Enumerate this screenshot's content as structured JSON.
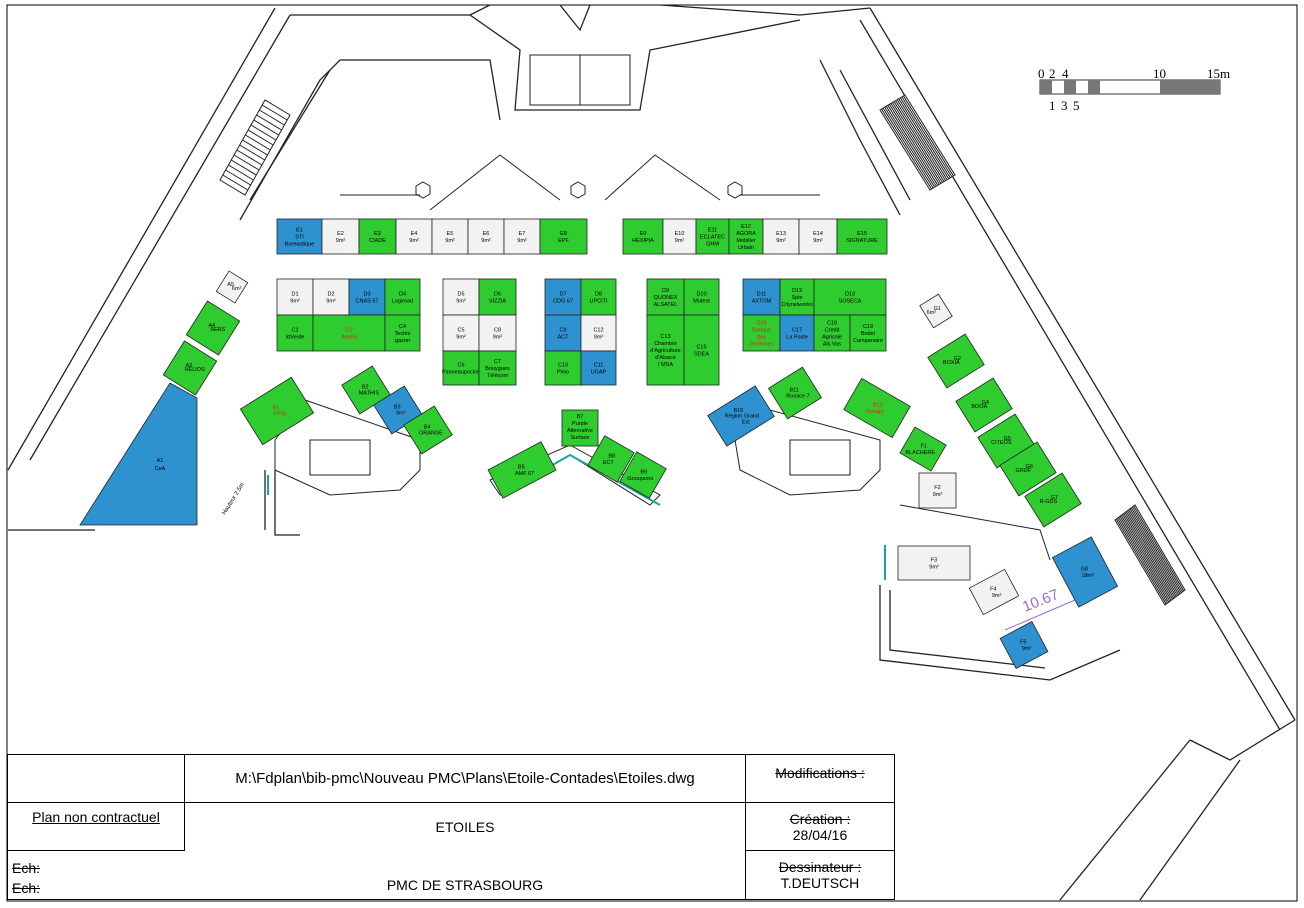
{
  "scale": {
    "labels_top": [
      "0",
      "2",
      "4",
      "10",
      "15m"
    ],
    "labels_bottom": [
      "1",
      "3",
      "5"
    ]
  },
  "colors": {
    "green": "#2ecc2e",
    "blue": "#2f92d0",
    "white": "#f2f2f2",
    "line": "#222222",
    "red": "#e02020",
    "purple": "#9a6bd0",
    "teal": "#1fa0a0"
  },
  "stands": {
    "E1": {
      "id": "E1",
      "name": "STI Bureautique",
      "color": "blue"
    },
    "E2": {
      "id": "E2",
      "name": "9m²",
      "color": "white"
    },
    "E3": {
      "id": "E3",
      "name": "CIADE",
      "color": "green"
    },
    "E4": {
      "id": "E4",
      "name": "9m²",
      "color": "white"
    },
    "E5": {
      "id": "E5",
      "name": "9m²",
      "color": "white"
    },
    "E6": {
      "id": "E6",
      "name": "9m²",
      "color": "white"
    },
    "E7": {
      "id": "E7",
      "name": "9m²",
      "color": "white"
    },
    "E8": {
      "id": "E8",
      "name": "EPF",
      "color": "green"
    },
    "E9": {
      "id": "E9",
      "name": "HEXIPIA",
      "color": "green"
    },
    "E10": {
      "id": "E10",
      "name": "9m²",
      "color": "white"
    },
    "E11": {
      "id": "E11",
      "name": "ECLATEC GHM",
      "color": "green"
    },
    "E12": {
      "id": "E12",
      "name": "AGORA Mobilier Urbain",
      "color": "green"
    },
    "E13": {
      "id": "E13",
      "name": "9m²",
      "color": "white"
    },
    "E14": {
      "id": "E14",
      "name": "9m²",
      "color": "white"
    },
    "E15": {
      "id": "E15",
      "name": "SIGNATURE",
      "color": "green"
    },
    "D1": {
      "id": "D1",
      "name": "9m²",
      "color": "white"
    },
    "D2": {
      "id": "D2",
      "name": "9m²",
      "color": "white"
    },
    "D3": {
      "id": "D3",
      "name": "CNAS 67",
      "color": "blue"
    },
    "D4": {
      "id": "D4",
      "name": "Logiroad",
      "color": "green"
    },
    "C1": {
      "id": "C1",
      "name": "IdVerde",
      "color": "green"
    },
    "C2": {
      "id": "C2",
      "name": "Artelia",
      "color": "green",
      "red": true
    },
    "C4": {
      "id": "C4",
      "name": "Techni gazon",
      "color": "green"
    },
    "D5": {
      "id": "D5",
      "name": "9m²",
      "color": "white"
    },
    "D6": {
      "id": "D6",
      "name": "VIZZIA",
      "color": "green"
    },
    "C5": {
      "id": "C5",
      "name": "9m²",
      "color": "white"
    },
    "C8": {
      "id": "C8",
      "name": "9m²",
      "color": "white"
    },
    "C6": {
      "id": "C6",
      "name": "Panneaupocket",
      "color": "green"
    },
    "C7": {
      "id": "C7",
      "name": "Bouygues Télécom",
      "color": "green"
    },
    "D7": {
      "id": "D7",
      "name": "CDG 67",
      "color": "blue"
    },
    "D8": {
      "id": "D8",
      "name": "UPCITI",
      "color": "green"
    },
    "C9": {
      "id": "C9",
      "name": "ACT",
      "color": "blue"
    },
    "C12": {
      "id": "C12",
      "name": "9m²",
      "color": "white"
    },
    "C10": {
      "id": "C10",
      "name": "Pleio",
      "color": "green"
    },
    "C11": {
      "id": "C11",
      "name": "UGAP",
      "color": "blue"
    },
    "D9": {
      "id": "D9",
      "name": "QUONEX ALSATEL",
      "color": "green"
    },
    "D10": {
      "id": "D10",
      "name": "Mutest",
      "color": "green"
    },
    "C13": {
      "id": "C13",
      "name": "Chambre d'Agriculture d'Alsace / MSA",
      "color": "green"
    },
    "C15": {
      "id": "C15",
      "name": "SDEA",
      "color": "green"
    },
    "D11": {
      "id": "D11",
      "name": "AXTOM",
      "color": "blue"
    },
    "D12": {
      "id": "D12",
      "name": "Spie Citynetworks",
      "color": "green"
    },
    "D13": {
      "id": "D13",
      "name": "SOSECA",
      "color": "green"
    },
    "C16": {
      "id": "C16",
      "name": "Banque des Territoires",
      "color": "green",
      "red": true
    },
    "C17": {
      "id": "C17",
      "name": "La Poste",
      "color": "blue"
    },
    "C18": {
      "id": "C18",
      "name": "Credit Agricole Als Vos",
      "color": "green"
    },
    "C19": {
      "id": "C19",
      "name": "Bodet Campanaire",
      "color": "green"
    },
    "A1": {
      "id": "A1",
      "name": "CeA",
      "color": "blue"
    },
    "A3": {
      "id": "A3",
      "name": "HELIOS",
      "color": "green"
    },
    "A4": {
      "id": "A4",
      "name": "SERS",
      "color": "green"
    },
    "A5": {
      "id": "A5",
      "name": "6m²",
      "color": "white"
    },
    "B1": {
      "id": "B1",
      "name": "FPSI",
      "color": "green",
      "red": true
    },
    "B2": {
      "id": "B2",
      "name": "MATHIS",
      "color": "green"
    },
    "B3": {
      "id": "B3",
      "name": "9m²",
      "color": "blue"
    },
    "B4": {
      "id": "B4",
      "name": "ORANGE",
      "color": "green"
    },
    "B5": {
      "id": "B5",
      "name": "AMF 67",
      "color": "green"
    },
    "B7": {
      "id": "B7",
      "name": "Purple Alternative Surface",
      "color": "green"
    },
    "B8": {
      "id": "B8",
      "name": "ECT",
      "color": "green"
    },
    "B9": {
      "id": "B9",
      "name": "Groupama",
      "color": "green"
    },
    "B10": {
      "id": "B10",
      "name": "Région Grand Est",
      "color": "blue"
    },
    "B11": {
      "id": "B11",
      "name": "Rosace 7",
      "color": "green"
    },
    "B12": {
      "id": "B12",
      "name": "Viviaqs",
      "color": "green",
      "red": true
    },
    "F1": {
      "id": "F1",
      "name": "BLACHERE",
      "color": "green"
    },
    "F2": {
      "id": "F2",
      "name": "9m²",
      "color": "white"
    },
    "F3": {
      "id": "F3",
      "name": "9m²",
      "color": "white"
    },
    "F4": {
      "id": "F4",
      "name": "9m²",
      "color": "white"
    },
    "F5": {
      "id": "F5",
      "name": "9m²",
      "color": "blue"
    },
    "G1": {
      "id": "G1",
      "name": "6m²",
      "color": "white"
    },
    "G2": {
      "id": "G2",
      "name": "BOXIA",
      "color": "green"
    },
    "G4": {
      "id": "G4",
      "name": "BOOA",
      "color": "green"
    },
    "G5": {
      "id": "G5",
      "name": "CITEOS",
      "color": "green"
    },
    "G6": {
      "id": "G6",
      "name": "GRDF",
      "color": "green"
    },
    "G7": {
      "id": "G7",
      "name": "R-GDS",
      "color": "green"
    },
    "G8": {
      "id": "G8",
      "name": "18m²",
      "color": "blue"
    }
  },
  "annotations": {
    "dimension": "10.67",
    "width_label": "Hauteur 2.5m"
  },
  "title_block": {
    "path": "M:\\Fdplan\\bib-pmc\\Nouveau PMC\\Plans\\Etoile-Contades\\Etoiles.dwg",
    "modifications": "Modifications :",
    "non_contract": "Plan non contractuel",
    "project": "ETOILES",
    "creation_label": "Création :",
    "creation_date": "28/04/16",
    "ech1": "Ech:",
    "ech2": "Ech:",
    "venue": "PMC DE STRASBOURG",
    "drafter_label": "Dessinateur :",
    "drafter": "T.DEUTSCH"
  }
}
